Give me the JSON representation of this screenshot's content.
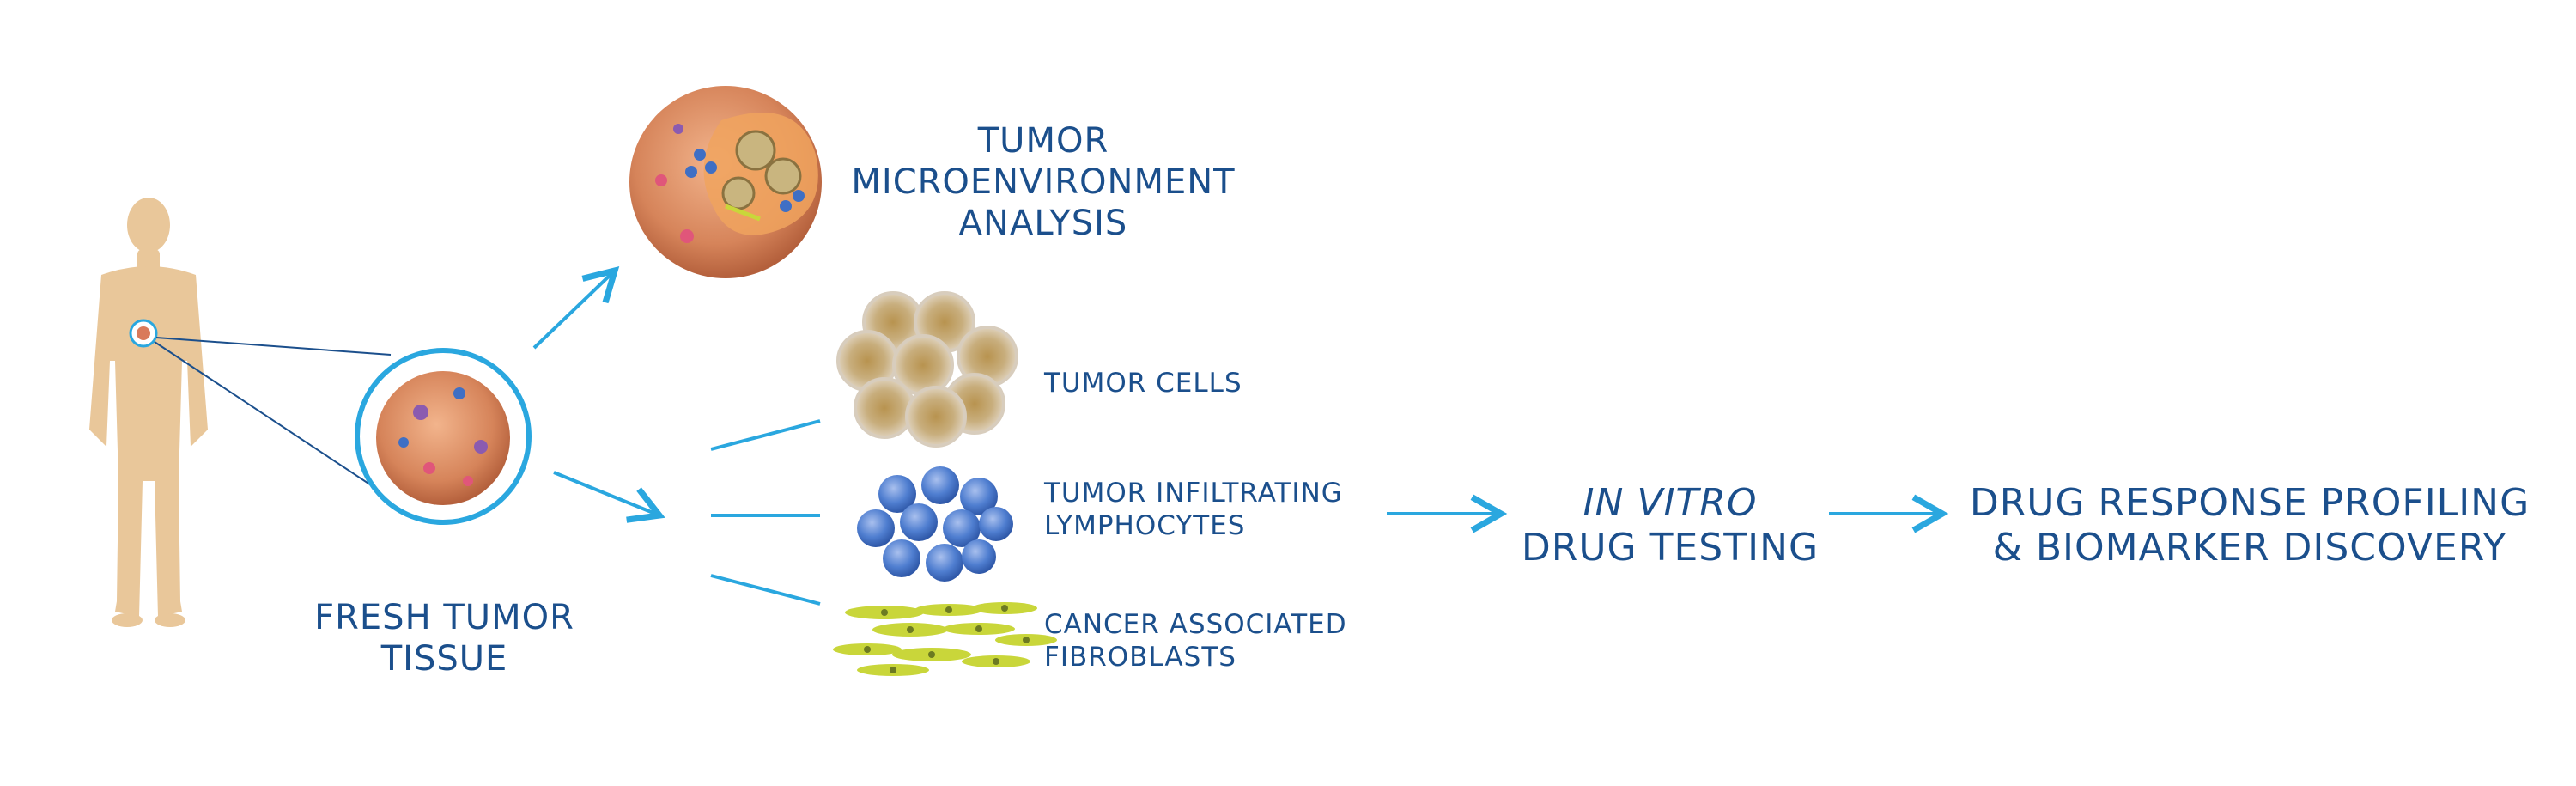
{
  "labels": {
    "fresh_tumor": [
      "FRESH TUMOR",
      "TISSUE"
    ],
    "microenvironment": [
      "TUMOR",
      "MICROENVIRONMENT",
      "ANALYSIS"
    ],
    "tumor_cells": "TUMOR CELLS",
    "til": [
      "TUMOR INFILTRATING",
      "LYMPHOCYTES"
    ],
    "caf": [
      "CANCER ASSOCIATED",
      "FIBROBLASTS"
    ],
    "in_vitro": [
      "IN VITRO",
      "DRUG TESTING"
    ],
    "drug_response": [
      "DRUG RESPONSE PROFILING",
      "& BIOMARKER DISCOVERY"
    ]
  },
  "colors": {
    "text": "#1b4f8c",
    "arrow": "#2aa7df",
    "skin": "#e9c79a",
    "tumor": "#d98a5e",
    "lymphocyte": "#3f6fc4",
    "fibroblast": "#c9d63a",
    "tumor_cell": "#b59a6a"
  }
}
